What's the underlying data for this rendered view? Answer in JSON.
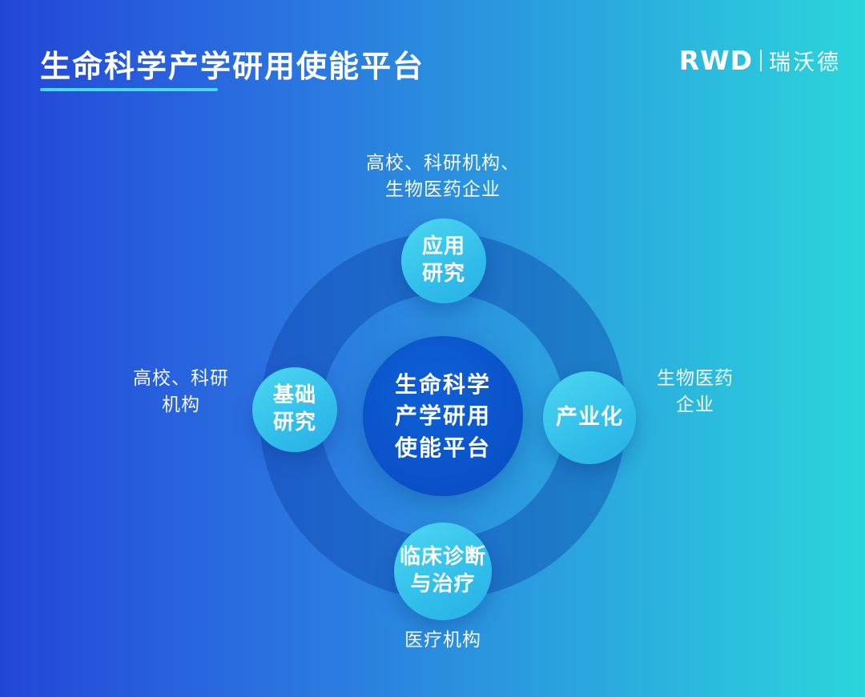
{
  "page": {
    "title": "生命科学产学研用使能平台"
  },
  "logo": {
    "latin": "RWD",
    "cjk": "瑞沃德"
  },
  "diagram": {
    "center": {
      "lines": [
        "生命科学",
        "产学研用",
        "使能平台"
      ]
    },
    "nodes": [
      {
        "id": "applied-research",
        "position": "top",
        "label_lines": [
          "应用",
          "研究"
        ],
        "annotation_lines": [
          "高校、科研机构、",
          "生物医药企业"
        ]
      },
      {
        "id": "basic-research",
        "position": "left",
        "label_lines": [
          "基础",
          "研究"
        ],
        "annotation_lines": [
          "高校、科研",
          "机构"
        ]
      },
      {
        "id": "industrialization",
        "position": "right",
        "label_lines": [
          "产业化"
        ],
        "annotation_lines": [
          "生物医药",
          "企业"
        ]
      },
      {
        "id": "clinical-diagnosis-treatment",
        "position": "bottom",
        "label_lines": [
          "临床诊断",
          "与治疗"
        ],
        "annotation_lines": [
          "医疗机构"
        ]
      }
    ],
    "colors": {
      "background_left": "#2346d8",
      "background_right": "#2bd5dc",
      "orbit_ring": "rgba(11,62,168,0.40)",
      "center_circle": "#0a53c9",
      "node_circle": "#35c4eb",
      "title_underline": "#46dbe8",
      "text": "#ffffff"
    }
  }
}
